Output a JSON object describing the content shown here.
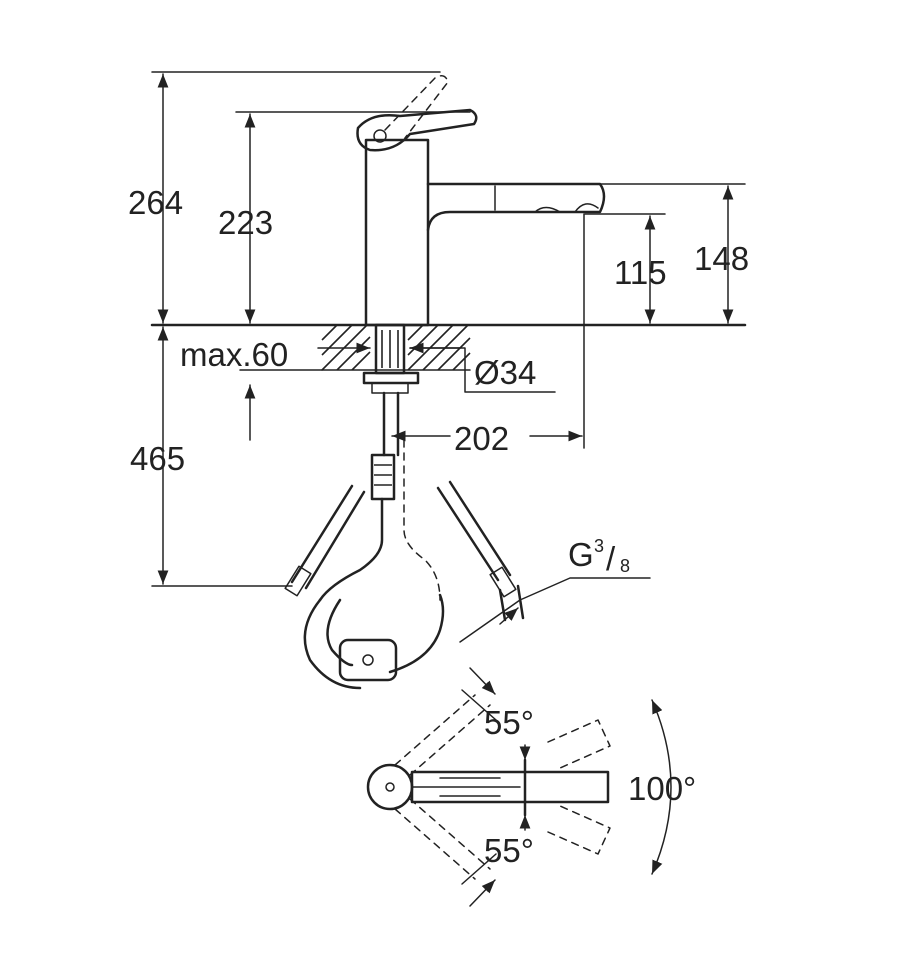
{
  "dimensions": {
    "total_height": "264",
    "lever_height": "223",
    "spout_height": "148",
    "outlet_height": "115",
    "below_counter": "465",
    "max_thickness": "max.60",
    "hole_diameter": "Ø34",
    "reach": "202",
    "connection_main": "G",
    "connection_num": "3",
    "connection_slash": "/",
    "connection_den": "8",
    "angle_left": "55°",
    "angle_right": "55°",
    "swivel_range": "100°"
  },
  "colors": {
    "ink": "#222222",
    "background": "#ffffff"
  }
}
